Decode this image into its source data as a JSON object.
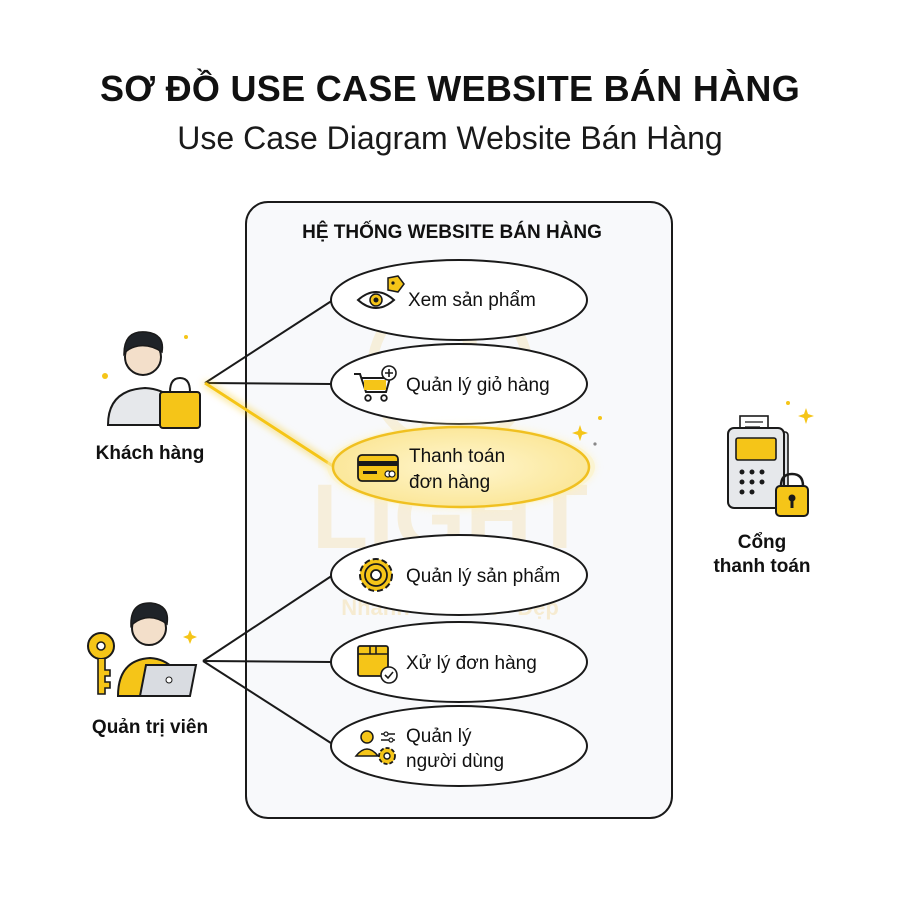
{
  "title": "SƠ ĐỒ USE CASE WEBSITE BÁN HÀNG",
  "subtitle": "Use Case Diagram Website Bán Hàng",
  "system": {
    "title": "HỆ THỐNG WEBSITE BÁN HÀNG"
  },
  "actors": {
    "customer": {
      "label": "Khách hàng",
      "icon": "shopper-with-bag-icon"
    },
    "admin": {
      "label": "Quản trị viên",
      "icon": "admin-with-key-laptop-icon"
    },
    "gateway": {
      "label_line1": "Cổng",
      "label_line2": "thanh toán",
      "icon": "payment-terminal-lock-icon"
    }
  },
  "use_cases": {
    "view_products": {
      "label": "Xem sản phẩm",
      "icon": "eye-tag-icon"
    },
    "manage_cart": {
      "label": "Quản lý giỏ hàng",
      "icon": "cart-plus-icon"
    },
    "checkout": {
      "line1": "Thanh toán",
      "line2": "đơn hàng",
      "icon": "credit-card-icon",
      "highlighted": true
    },
    "manage_products": {
      "label": "Quản lý sản phẩm",
      "icon": "gear-icon"
    },
    "process_orders": {
      "label": "Xử lý đơn hàng",
      "icon": "package-check-icon"
    },
    "manage_users": {
      "line1": "Quản lý",
      "line2": "người dùng",
      "icon": "user-settings-icon"
    }
  },
  "watermark": {
    "main": "LIGHT",
    "tagline": "Nhanh - Chuẩn - Đẹp"
  },
  "colors": {
    "accent": "#f5c518",
    "outline": "#1a1a1a",
    "system_bg": "#f8f9fb",
    "highlight_fill": "#fdf3c7"
  }
}
